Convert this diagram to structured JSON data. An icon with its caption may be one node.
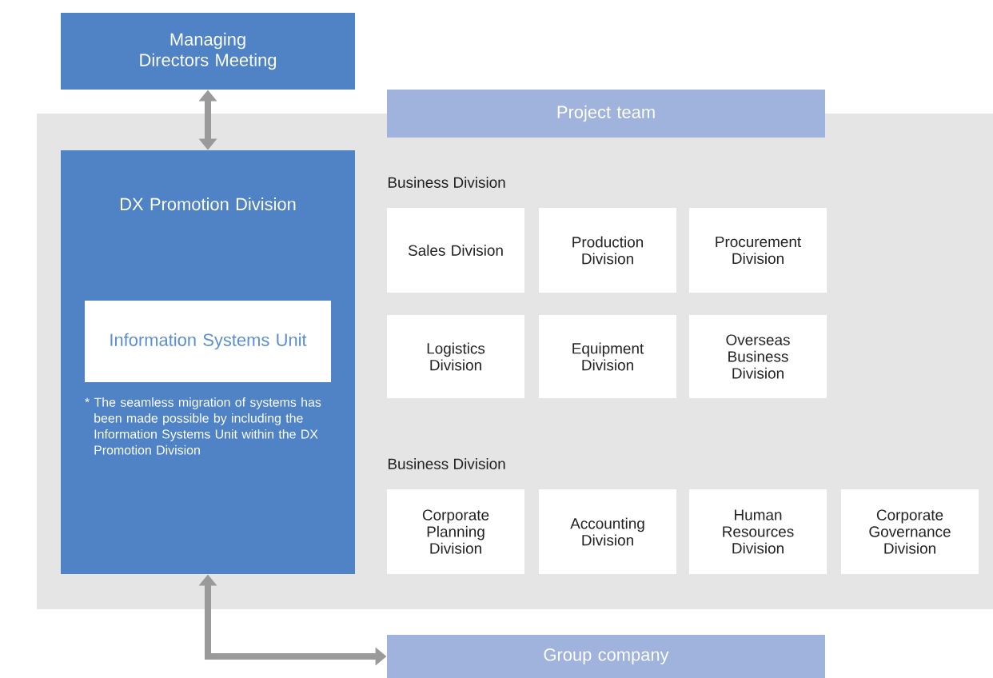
{
  "diagram": {
    "nodes": [
      {
        "text": [
          "Managing Directors Meeting"
        ]
      },
      {
        "text": [],
        "shape": "box"
      },
      {
        "text": [
          "Project team"
        ]
      },
      {
        "text": [
          "DX Promotion Division",
          "* The seamless migration of systems has been made possible by including the Information Systems Unit within the DX Promotion Division"
        ],
        "in": 1
      },
      {
        "text": [
          "Information Systems Unit"
        ],
        "in": 3
      },
      {
        "text": [
          "Sales Division"
        ],
        "in": 1
      },
      {
        "text": [
          "Production Division"
        ],
        "in": 1
      },
      {
        "text": [
          "Procurement Division"
        ],
        "in": 1
      },
      {
        "text": [
          "Logistics Division"
        ],
        "in": 1
      },
      {
        "text": [
          "Equipment Division"
        ],
        "in": 1
      },
      {
        "text": [
          "Overseas Business Division"
        ],
        "in": 1
      },
      {
        "text": [
          "Corporate Planning Division"
        ],
        "in": 1
      },
      {
        "text": [
          "Accounting Division"
        ],
        "in": 1
      },
      {
        "text": [
          "Human Resources Division"
        ],
        "in": 1
      },
      {
        "text": [
          "Corporate Governance Division"
        ],
        "in": 1
      },
      {
        "text": [
          "Group company"
        ]
      }
    ],
    "edges": [
      {
        "from": 0,
        "to": 3,
        "arrow": "both"
      },
      {
        "from": 3,
        "to": 15,
        "arrow": "both"
      }
    ],
    "labels": [
      "Business Division",
      "Business Division"
    ]
  }
}
